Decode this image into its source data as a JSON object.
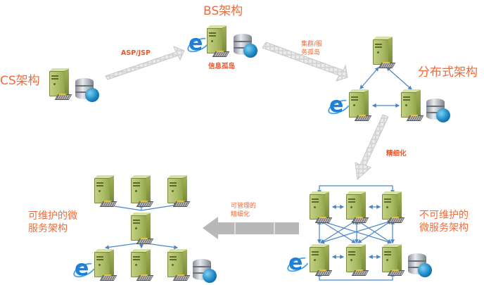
{
  "diagram": {
    "stages": {
      "cs": {
        "title": "CS架构"
      },
      "bs": {
        "title": "BS架构",
        "caption": "信息孤岛"
      },
      "distributed": {
        "title": "分布式架构"
      },
      "unmaintainable": {
        "title_line1": "不可维护的",
        "title_line2": "微服务架构"
      },
      "maintainable": {
        "title_line1": "可维护的微",
        "title_line2": "服务架构"
      }
    },
    "transitions": {
      "cs_to_bs": {
        "label": "ASP/JSP"
      },
      "bs_to_distributed": {
        "label_line1": "集群/服",
        "label_line2": "务孤岛"
      },
      "distributed_to_micro": {
        "label": "精细化"
      },
      "micro_to_maintainable": {
        "label_line1": "可管理的",
        "label_line2": "精细化"
      }
    },
    "icons": {
      "server": "server-icon",
      "database": "database-icon",
      "browser": "internet-explorer-icon"
    },
    "colors": {
      "label": "#f26b3a",
      "link": "#4a86c8",
      "arrow": "#b5b5b5"
    }
  }
}
